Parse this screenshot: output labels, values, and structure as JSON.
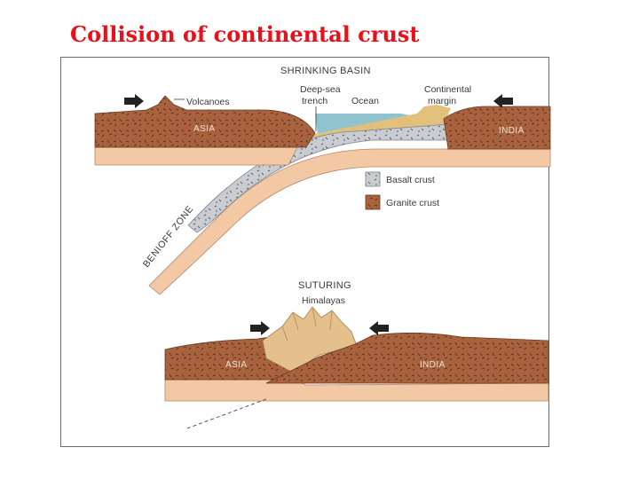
{
  "slide": {
    "title": "Collision of continental crust"
  },
  "diagram": {
    "top_section": {
      "heading": "SHRINKING BASIN",
      "labels": {
        "volcanoes": "Volcanoes",
        "trench_line1": "Deep-sea",
        "trench_line2": "trench",
        "ocean": "Ocean",
        "margin_line1": "Continental",
        "margin_line2": "margin",
        "asia": "ASIA",
        "india": "INDIA",
        "benioff_zone": "BENIOFF ZONE"
      }
    },
    "legend": [
      {
        "label": "Basalt crust",
        "color": "#c9ccd0"
      },
      {
        "label": "Granite crust",
        "color": "#a8623e"
      }
    ],
    "bottom_section": {
      "heading": "SUTURING",
      "labels": {
        "himalayas": "Himalayas",
        "asia": "ASIA",
        "india": "INDIA"
      }
    },
    "colors": {
      "granite": "#a8623e",
      "basalt": "#c9ccd0",
      "mantle": "#f2c9a4",
      "ocean": "#8fc4cf",
      "sediment": "#e2bf7a",
      "arrow": "#222222",
      "title": "#e8101a"
    }
  }
}
